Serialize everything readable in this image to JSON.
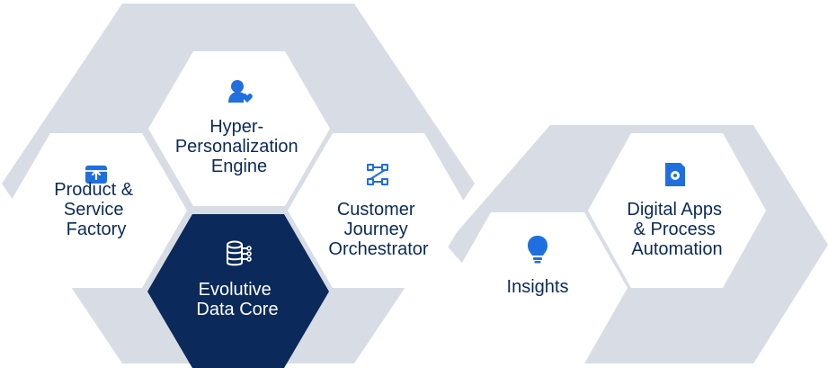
{
  "colors": {
    "background_hex": "#d8dde5",
    "cell_fill": "#ffffff",
    "cell_highlight_fill": "#0b2a5b",
    "cell_text": "#0b2a5b",
    "cell_highlight_text": "#ffffff",
    "icon_accent": "#1f6fe0"
  },
  "cells": [
    {
      "id": "product-service-factory",
      "label_lines": [
        "Product &",
        "Service",
        "Factory"
      ],
      "icon": "box-upload-icon",
      "highlight": false,
      "group": "main"
    },
    {
      "id": "hyper-personalization-engine",
      "label_lines": [
        "Hyper-",
        "Personalization",
        "Engine"
      ],
      "icon": "user-heart-icon",
      "highlight": false,
      "group": "main"
    },
    {
      "id": "customer-journey-orchestrator",
      "label_lines": [
        "Customer",
        "Journey",
        "Orchestrator"
      ],
      "icon": "workflow-nodes-icon",
      "highlight": false,
      "group": "main"
    },
    {
      "id": "evolutive-data-core",
      "label_lines": [
        "Evolutive",
        "Data Core"
      ],
      "icon": "database-network-icon",
      "highlight": true,
      "group": "main"
    },
    {
      "id": "insights",
      "label_lines": [
        "Insights"
      ],
      "icon": "lightbulb-icon",
      "highlight": false,
      "group": "secondary"
    },
    {
      "id": "digital-apps-process-automation",
      "label_lines": [
        "Digital Apps",
        "& Process",
        "Automation"
      ],
      "icon": "document-gear-icon",
      "highlight": false,
      "group": "secondary"
    }
  ]
}
